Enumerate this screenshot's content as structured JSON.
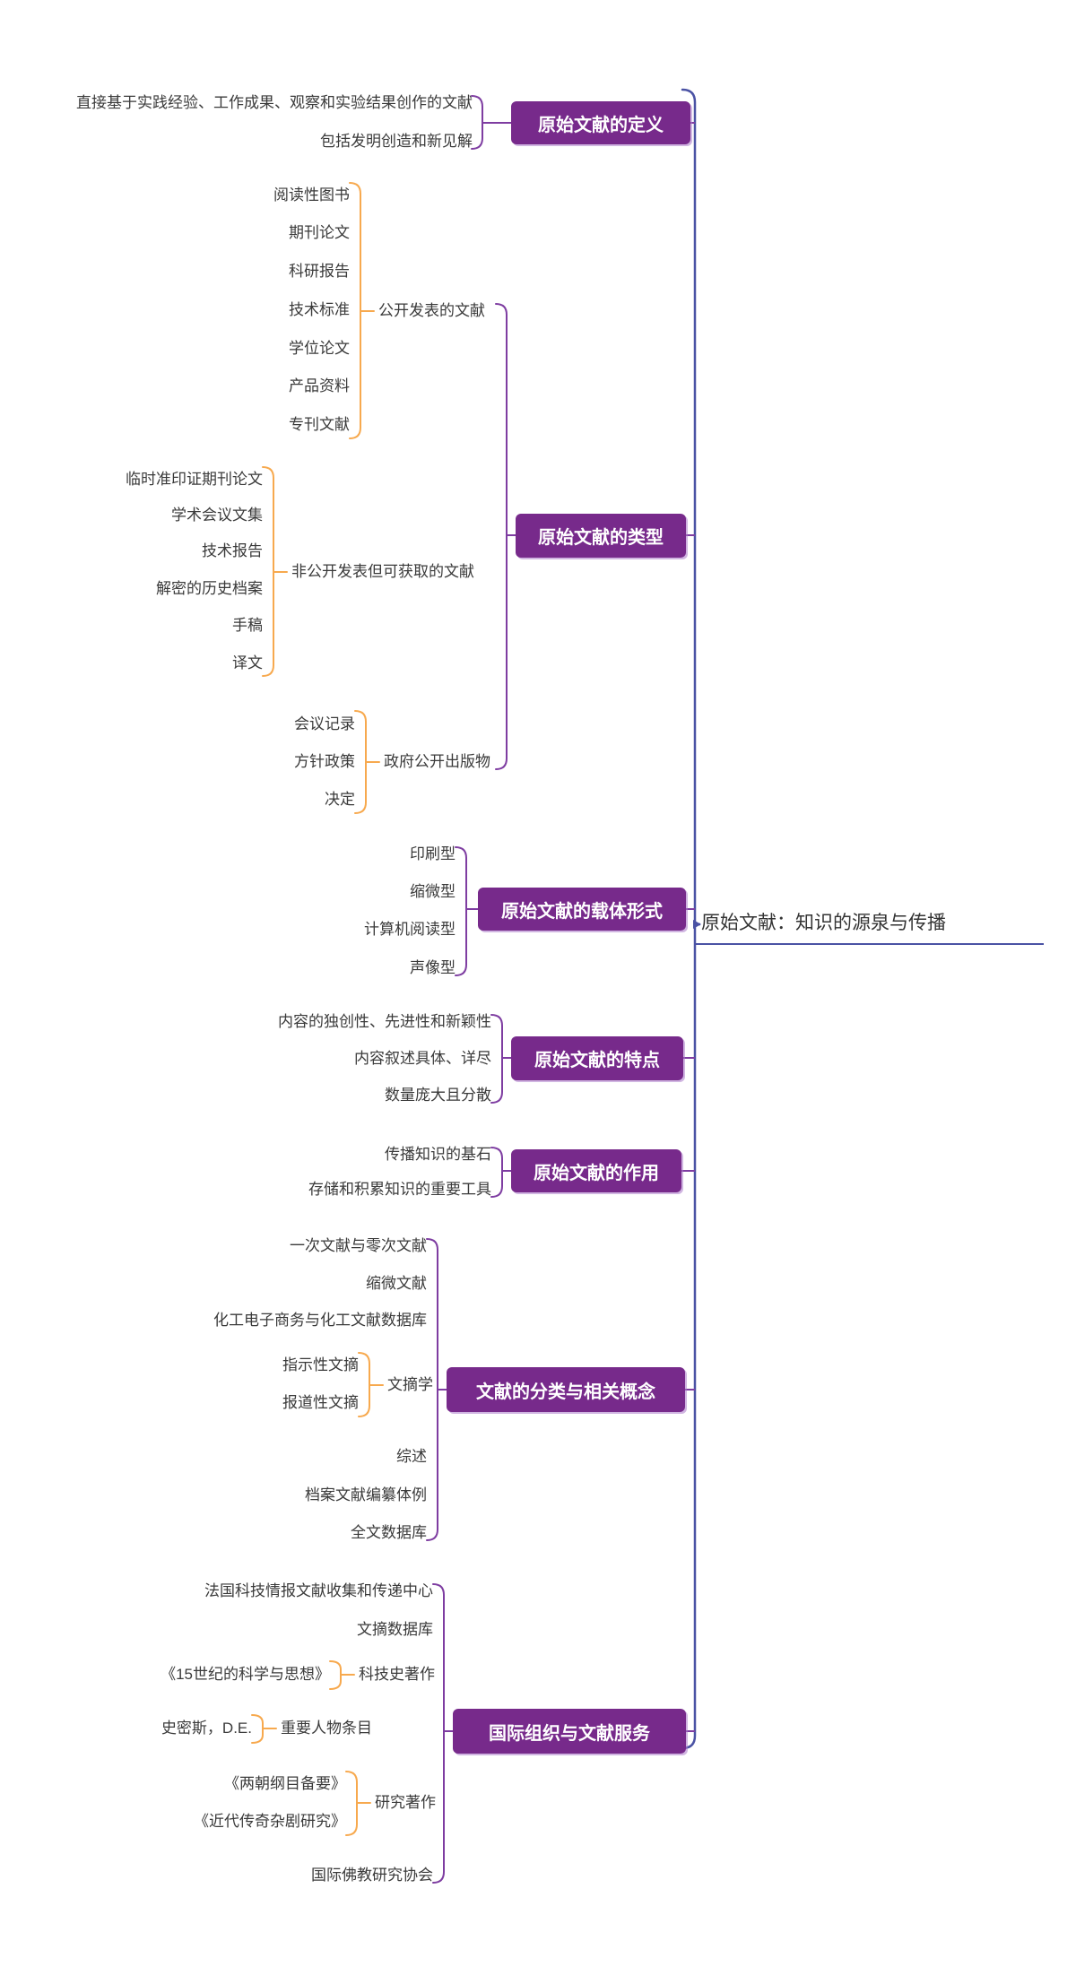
{
  "root_label": "原始文献：知识的源泉与传播",
  "colors": {
    "node_bg": "#772a8b",
    "node_text": "#ffffff",
    "branch_bracket": "#7e3da1",
    "sub_bracket": "#f7a94e",
    "trunk": "#4a52a4",
    "leaf_text": "#3a3a3a",
    "root_text": "#333333"
  },
  "branches": {
    "definition": {
      "label": "原始文献的定义",
      "leaves": [
        "直接基于实践经验、工作成果、观察和实验结果创作的文献",
        "包括发明创造和新见解"
      ]
    },
    "types": {
      "label": "原始文献的类型",
      "groups": [
        {
          "label": "公开发表的文献",
          "leaves": [
            "阅读性图书",
            "期刊论文",
            "科研报告",
            "技术标准",
            "学位论文",
            "产品资料",
            "专刊文献"
          ]
        },
        {
          "label": "非公开发表但可获取的文献",
          "leaves": [
            "临时准印证期刊论文",
            "学术会议文集",
            "技术报告",
            "解密的历史档案",
            "手稿",
            "译文"
          ]
        },
        {
          "label": "政府公开出版物",
          "leaves": [
            "会议记录",
            "方针政策",
            "决定"
          ]
        }
      ]
    },
    "carrier": {
      "label": "原始文献的载体形式",
      "leaves": [
        "印刷型",
        "缩微型",
        "计算机阅读型",
        "声像型"
      ]
    },
    "features": {
      "label": "原始文献的特点",
      "leaves": [
        "内容的独创性、先进性和新颖性",
        "内容叙述具体、详尽",
        "数量庞大且分散"
      ]
    },
    "roles": {
      "label": "原始文献的作用",
      "leaves": [
        "传播知识的基石",
        "存储和积累知识的重要工具"
      ]
    },
    "classification": {
      "label": "文献的分类与相关概念",
      "leaves_top": [
        "一次文献与零次文献",
        "缩微文献",
        "化工电子商务与化工文献数据库"
      ],
      "group": {
        "label": "文摘学",
        "leaves": [
          "指示性文摘",
          "报道性文摘"
        ]
      },
      "leaves_bottom": [
        "综述",
        "档案文献编纂体例",
        "全文数据库"
      ]
    },
    "international": {
      "label": "国际组织与文献服务",
      "leaves_top": [
        "法国科技情报文献收集和传递中心",
        "文摘数据库"
      ],
      "groups": [
        {
          "label": "科技史著作",
          "leaves": [
            "《15世纪的科学与思想》"
          ]
        },
        {
          "label": "重要人物条目",
          "leaves": [
            "史密斯，D.E."
          ]
        },
        {
          "label": "研究著作",
          "leaves": [
            "《两朝纲目备要》",
            "《近代传奇杂剧研究》"
          ]
        }
      ],
      "leaf_bottom": "国际佛教研究协会"
    }
  }
}
